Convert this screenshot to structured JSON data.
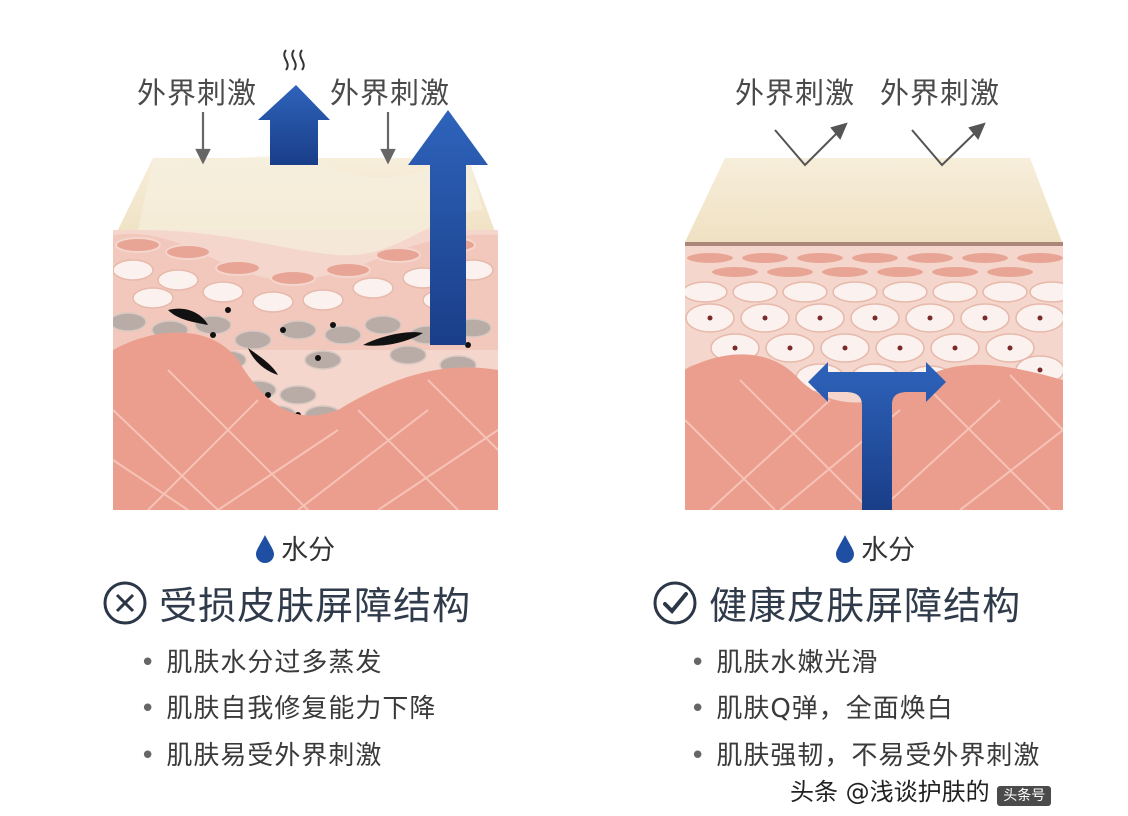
{
  "left_panel": {
    "stimulus_labels": [
      "外界刺激",
      "外界刺激"
    ],
    "water_label": "水分",
    "heading": "受损皮肤屏障结构",
    "status_icon": "cross-circle-icon",
    "bullets": [
      "肌肤水分过多蒸发",
      "肌肤自我修复能力下降",
      "肌肤易受外界刺激"
    ]
  },
  "right_panel": {
    "stimulus_labels": [
      "外界刺激",
      "外界刺激"
    ],
    "water_label": "水分",
    "heading": "健康皮肤屏障结构",
    "status_icon": "check-circle-icon",
    "bullets": [
      "肌肤水嫩光滑",
      "肌肤Q弹，全面焕白",
      "肌肤强韧，不易受外界刺激"
    ]
  },
  "watermark": {
    "text": "头条 @浅谈护肤的",
    "badge": "头条号"
  },
  "colors": {
    "arrow_blue": "#1f4fa3",
    "dermis_pink": "#ec9e8e",
    "cell_white": "#fbf1ee",
    "top_cream": "#f3e8cf"
  }
}
